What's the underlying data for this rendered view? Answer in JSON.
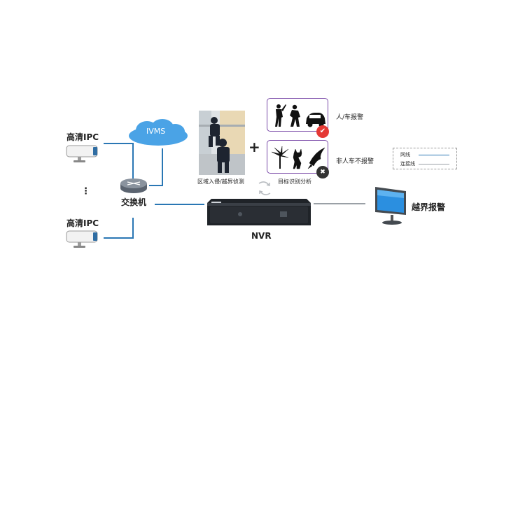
{
  "labels": {
    "ipc_top": "高清IPC",
    "ipc_bottom": "高清IPC",
    "dots": "⋮",
    "ivms": "IVMS",
    "switch": "交换机",
    "nvr": "NVR",
    "scene_caption": "区域入侵/越界侦测",
    "plus": "+",
    "human_vehicle_alarm": "人/车报警",
    "non_human_vehicle_no_alarm": "非人车不报警",
    "target_recognition": "目标识别分析",
    "boundary_alarm": "越界报警",
    "check_mark": "✔",
    "cross_mark": "✖"
  },
  "legend": {
    "network_line": "网线",
    "connection_line": "连接线"
  },
  "colors": {
    "network_line": "#2a77b4",
    "connection_line": "#9aa0a6",
    "box_border": "#7a4aa8",
    "badge_ok": "#e53935",
    "badge_no": "#333333",
    "cloud": "#4aa3e6"
  }
}
